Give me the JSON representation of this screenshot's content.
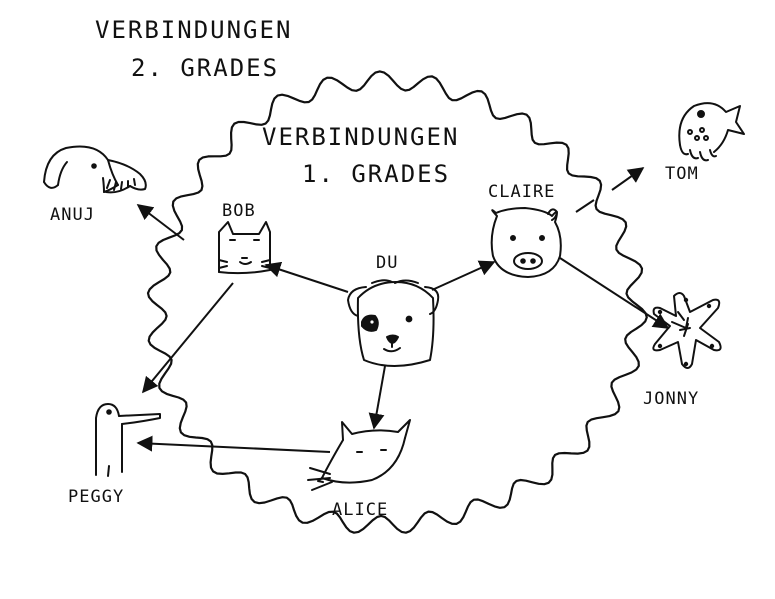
{
  "outer_title": {
    "line1": "VERBINDUNGEN",
    "line2": "2. GRADES"
  },
  "inner_title": {
    "line1": "VERBINDUNGEN",
    "line2": "1. GRADES"
  },
  "nodes": {
    "du": "DU",
    "bob": "BOB",
    "claire": "CLAIRE",
    "alice": "ALICE",
    "anuj": "ANUJ",
    "peggy": "PEGGY",
    "tom": "TOM",
    "jonny": "JONNY"
  },
  "colors": {
    "ink": "#111111",
    "background": "#ffffff"
  },
  "icons": [
    "dog-icon",
    "cat-icon",
    "pig-icon",
    "fox-icon",
    "elephant-icon",
    "bird-icon",
    "fish-icon",
    "starfish-icon"
  ]
}
